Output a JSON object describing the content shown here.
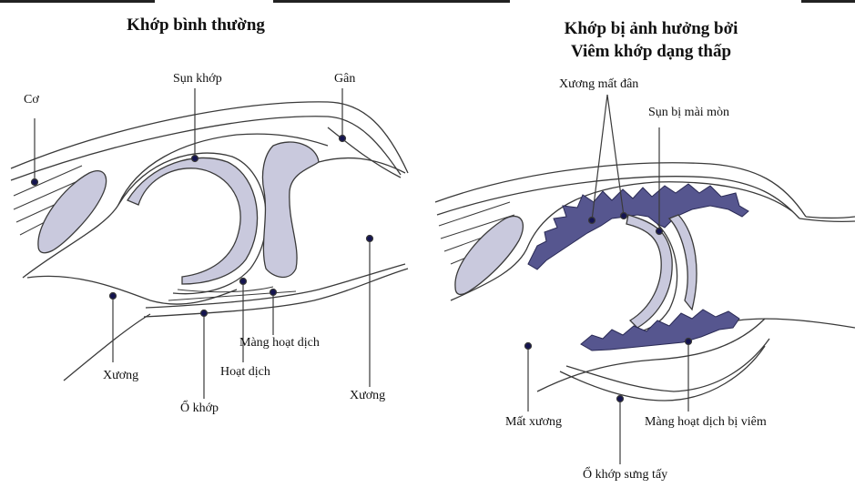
{
  "left": {
    "title": "Khớp bình thường",
    "labels": {
      "co": "Cơ",
      "sun_khop": "Sụn khớp",
      "gan": "Gân",
      "xuong_left": "Xương",
      "xuong_right": "Xương",
      "mang_hoat_dich": "Màng hoạt dịch",
      "hoat_dich": "Hoạt dịch",
      "o_khop": "Ổ khớp"
    }
  },
  "right": {
    "title_line1": "Khớp bị ảnh hưởng bởi",
    "title_line2": "Viêm khớp dạng thấp",
    "labels": {
      "xuong_mat_dan": "Xương mất đân",
      "sun_bi_mai_mon": "Sụn bị mài mòn",
      "mat_xuong": "Mất xương",
      "mang_hoat_dich_bi_viem": "Màng hoạt dịch bị viêm",
      "o_khop_sung_tay": "Ổ khớp sưng tấy"
    }
  },
  "colors": {
    "cartilage": "#c9c9dd",
    "inflamed": "#56568f",
    "line": "#3a3a3a",
    "marker": "#141450"
  }
}
